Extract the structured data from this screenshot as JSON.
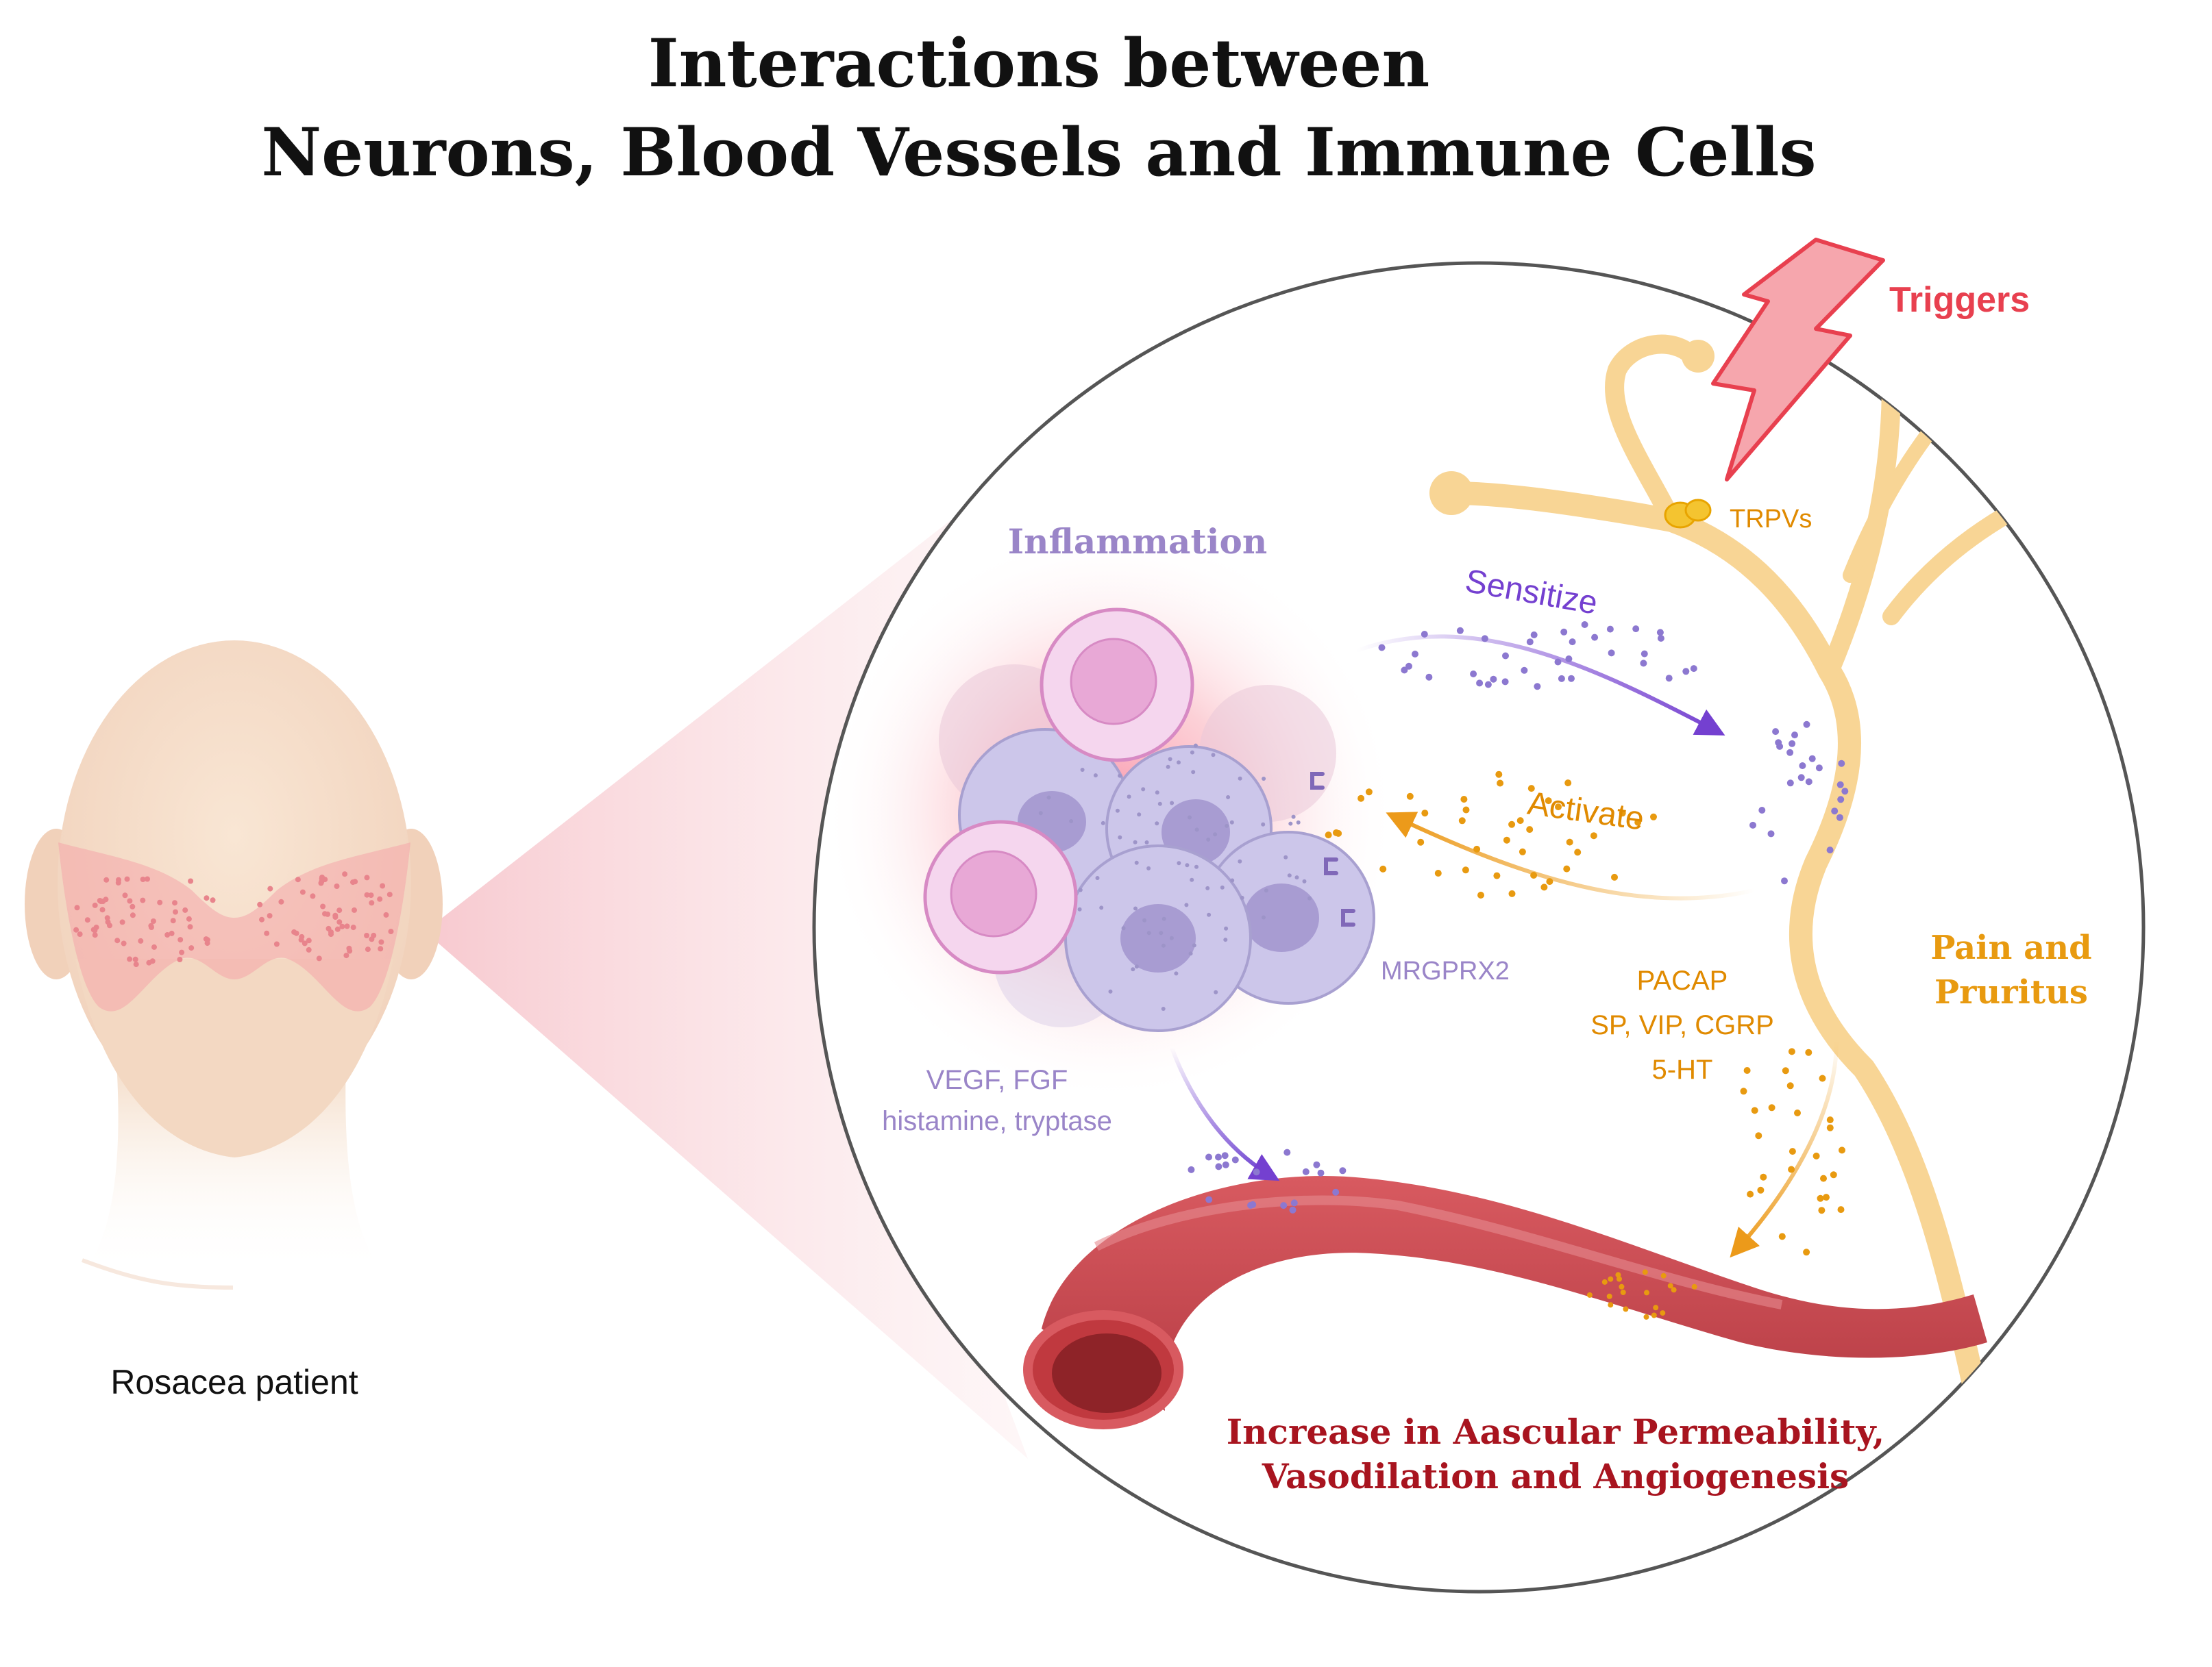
{
  "title": {
    "line1": "Interactions between",
    "line2": "Neurons, Blood Vessels and Immune Cells"
  },
  "patient": {
    "label": "Rosacea patient"
  },
  "labels": {
    "triggers": "Triggers",
    "trpvs": "TRPVs",
    "inflammation": "Inflammation",
    "sensitize": "Sensitize",
    "activate": "Activate",
    "mrgprx2": "MRGPRX2",
    "neuro_mediators": [
      "PACAP",
      "SP, VIP, CGRP",
      "5-HT"
    ],
    "immune_mediators": [
      "VEGF, FGF",
      "histamine, tryptase"
    ],
    "pain_pruritus": [
      "Pain and",
      "Pruritus"
    ],
    "vascular_effects": [
      "Increase in Aascular Permeability,",
      "Vasodilation and Angiogenesis"
    ]
  },
  "colors": {
    "title": "#111111",
    "triggers": "#e8404f",
    "nerve": "#f8d595",
    "nerve_text": "#e08a00",
    "purple": "#7440d0",
    "lavender": "#9a85c8",
    "vessel": "#c8474e",
    "vessel_text": "#a8141f",
    "skin": "#f7dfc8"
  },
  "icons": [
    "lightning-bolt-icon",
    "receptor-icon",
    "arrow-icon"
  ]
}
